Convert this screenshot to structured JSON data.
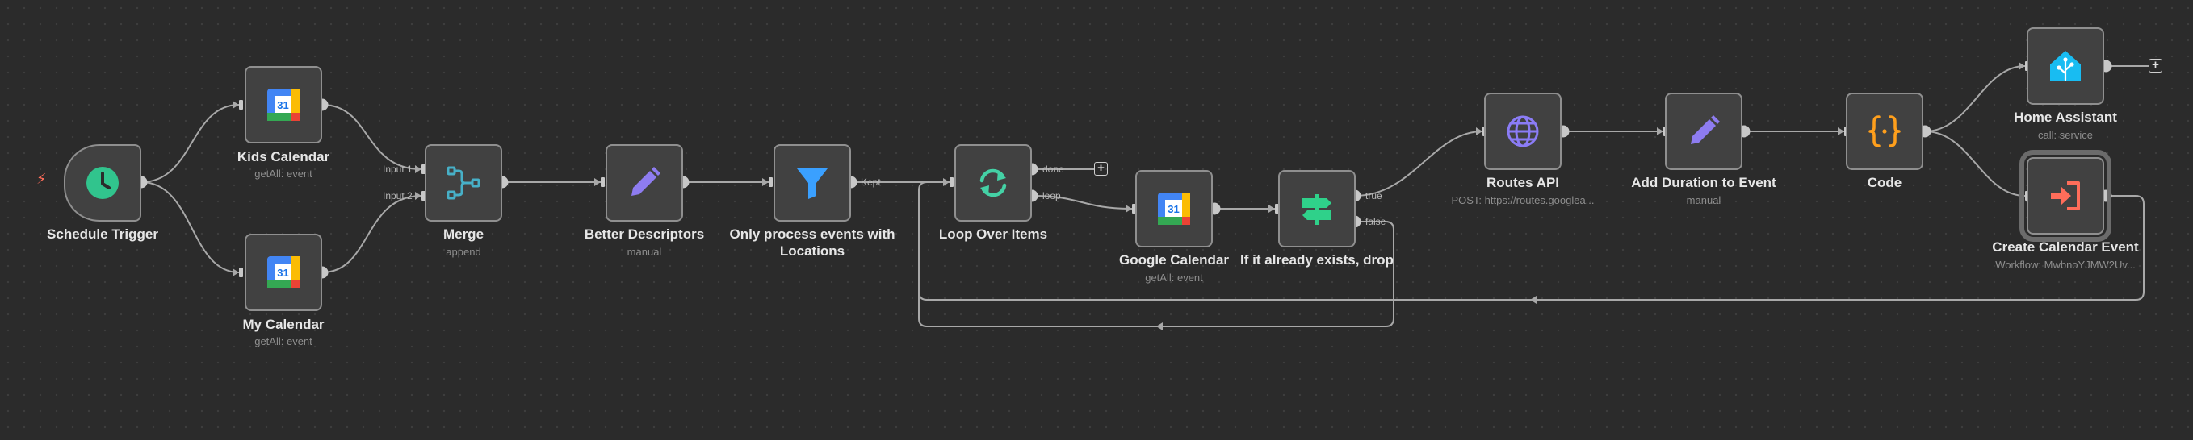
{
  "nodes": [
    {
      "id": "schedule-trigger",
      "title": "Schedule Trigger",
      "subtitle": ""
    },
    {
      "id": "kids-calendar",
      "title": "Kids Calendar",
      "subtitle": "getAll: event"
    },
    {
      "id": "my-calendar",
      "title": "My Calendar",
      "subtitle": "getAll: event"
    },
    {
      "id": "merge",
      "title": "Merge",
      "subtitle": "append"
    },
    {
      "id": "better-descriptors",
      "title": "Better Descriptors",
      "subtitle": "manual"
    },
    {
      "id": "filter",
      "title": "Only process events with Locations",
      "subtitle": ""
    },
    {
      "id": "loop",
      "title": "Loop Over Items",
      "subtitle": ""
    },
    {
      "id": "google-calendar",
      "title": "Google Calendar",
      "subtitle": "getAll: event"
    },
    {
      "id": "if-exists",
      "title": "If it already exists, drop",
      "subtitle": ""
    },
    {
      "id": "routes-api",
      "title": "Routes API",
      "subtitle": "POST: https://routes.googlea..."
    },
    {
      "id": "add-duration",
      "title": "Add Duration to Event",
      "subtitle": "manual"
    },
    {
      "id": "code",
      "title": "Code",
      "subtitle": ""
    },
    {
      "id": "home-assistant",
      "title": "Home Assistant",
      "subtitle": "call: service"
    },
    {
      "id": "create-calendar-event",
      "title": "Create Calendar Event",
      "subtitle": "Workflow: MwbnoYJMW2Uv..."
    }
  ],
  "port_labels": {
    "input1": "Input 1",
    "input2": "Input 2",
    "kept": "Kept",
    "done": "done",
    "loop": "loop",
    "true": "true",
    "false": "false"
  },
  "plus_symbol": "+",
  "trigger_bolt": "⚡",
  "colors": {
    "background": "#2b2b2b",
    "node_fill": "#414141",
    "node_border": "#8f8f8f",
    "wire": "#a8a8a8",
    "trigger_bolt": "#ff6d5a",
    "schedule_icon": "#31c48d",
    "merge_icon": "#47b0c7",
    "edit_icon": "#8e7cf0",
    "filter_icon": "#3aa0ff",
    "loop_icon": "#44d1a5",
    "if_icon": "#2fd18a",
    "globe_icon": "#8b7cf6",
    "code_icon": "#ff9f1c",
    "home_assistant_icon": "#18bcf2",
    "execute_icon": "#ff6d5a"
  }
}
